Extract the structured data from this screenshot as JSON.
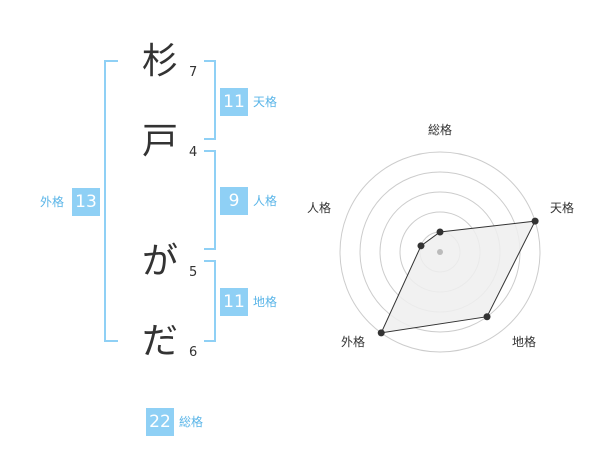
{
  "name": {
    "characters": [
      {
        "char": "杉",
        "strokes": "7"
      },
      {
        "char": "戸",
        "strokes": "4"
      },
      {
        "char": "が",
        "strokes": "5"
      },
      {
        "char": "だ",
        "strokes": "6"
      }
    ]
  },
  "fortune": {
    "tenkaku": {
      "label": "天格",
      "value": "11"
    },
    "jinkaku": {
      "label": "人格",
      "value": "9"
    },
    "chikaku": {
      "label": "地格",
      "value": "11"
    },
    "gaikaku": {
      "label": "外格",
      "value": "13"
    },
    "soukaku": {
      "label": "総格",
      "value": "22"
    }
  },
  "colors": {
    "accent": "#8fd0f5",
    "accent_text": "#5ab5e8",
    "radar_fill": "#eeeeee",
    "radar_stroke": "#333333",
    "grid": "#cccccc"
  },
  "chart_data": {
    "type": "radar",
    "axes": [
      "総格",
      "天格",
      "地格",
      "外格",
      "人格"
    ],
    "values": [
      1,
      5,
      4,
      5,
      1
    ],
    "max": 5,
    "rings": 5
  }
}
